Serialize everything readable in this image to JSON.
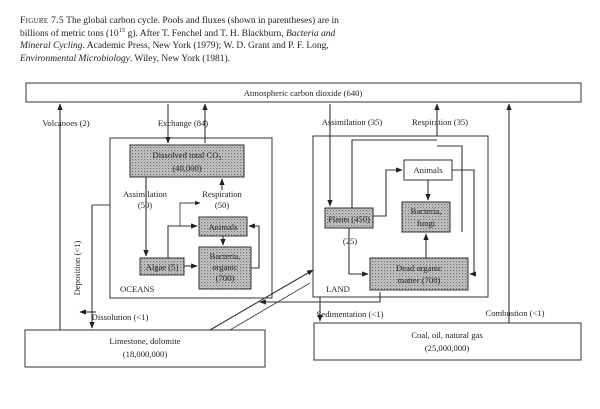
{
  "caption": {
    "lead": "Figure 7.5",
    "l1": "The global carbon cycle. Pools and fluxes (shown in parentheses) are",
    "l2a": "in billions of metric tons (10",
    "l2sup": "15",
    "l2b": " g). After T. Fenchel and T. H. Blackburn, ",
    "l2it": "Bacteria",
    "l3it": "and Mineral Cycling",
    "l3b": ". Academic Press, New York (1979); W. D. Grant and P. F.",
    "l4a": "Long, ",
    "l4it": "Environmental Microbiology",
    "l4b": ". Wiley, New York (1981)."
  },
  "diagram": {
    "atmosphere": "Atmospheric carbon dioxide (640)",
    "volcanoes": "Volcanoes (2)",
    "exchange": "Exchange (84)",
    "assimilation_land": "Assimilation (35)",
    "respiration_land": "Respiration (35)",
    "dic_1": "Dissolved total CO",
    "dic_sub": "2",
    "dic_2": "(40,000)",
    "assimilation_ocean": "Assimilation",
    "assimilation_ocean_val": "(50)",
    "respiration_ocean": "Respiration",
    "respiration_ocean_val": "(50)",
    "animals_ocean": "Animals",
    "algae": "Algae (5)",
    "bact_ocean_1": "Bacteria,",
    "bact_ocean_2": "organic",
    "bact_ocean_3": "(700)",
    "oceans": "OCEANS",
    "deposition": "Deposition (<1)",
    "animals_land": "Animals",
    "plants": "Plants (450)",
    "plants_val": "(25)",
    "bact_land_1": "Bacteria,",
    "bact_land_2": "fungi",
    "dead_1": "Dead organic",
    "dead_2": "matter (700)",
    "land": "LAND",
    "dissolution": "Dissolution (<1)",
    "sedimentation": "Sedimentation (<1)",
    "combustion": "Combustion (<1)",
    "limestone_1": "Limestone, dolomite",
    "limestone_2": "(18,000,000)",
    "coal_1": "Coal, oil, natural gas",
    "coal_2": "(25,000,000)"
  }
}
